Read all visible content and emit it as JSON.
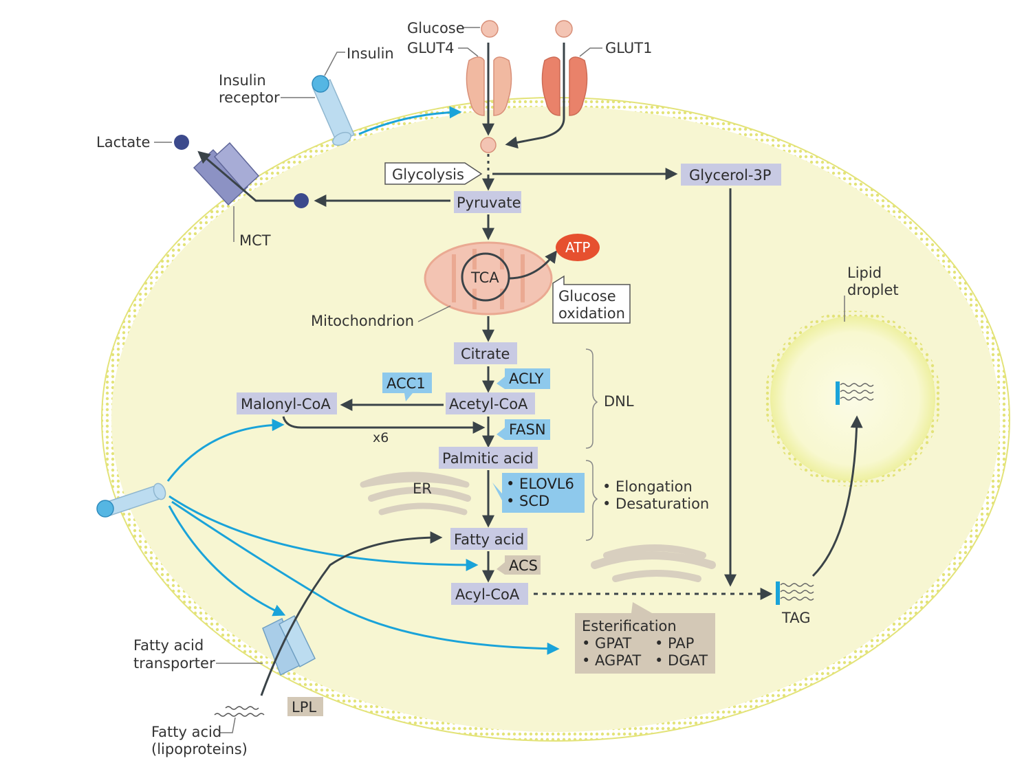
{
  "colors": {
    "cytoplasm": "#f7f6d2",
    "membrane": "#e6e67f",
    "metabolite_box": "#c8cae3",
    "enzyme_box": "#8ec9ec",
    "esterification_box": "#d3c8b6",
    "signal_arrow": "#1aa3d9",
    "pathway_arrow": "#3a4348",
    "atp": "#e6502f",
    "glut4": "#f1b9a1",
    "glut1": "#e9826a",
    "mct": "#8c92c4"
  },
  "extracellular": {
    "glucose": "Glucose",
    "glut4": "GLUT4",
    "glut1": "GLUT1",
    "insulin": "Insulin",
    "insulin_receptor": [
      "Insulin",
      "receptor"
    ],
    "lactate": "Lactate",
    "mct": "MCT",
    "fatty_acid_transporter": [
      "Fatty acid",
      "transporter"
    ],
    "fatty_acid_lipoproteins": [
      "Fatty acid",
      "(lipoproteins)"
    ],
    "lpl": "LPL"
  },
  "pathway": {
    "glycolysis": "Glycolysis",
    "glycerol_3p": "Glycerol-3P",
    "pyruvate": "Pyruvate",
    "atp": "ATP",
    "tca": "TCA",
    "glucose_oxidation": [
      "Glucose",
      "oxidation"
    ],
    "mitochondrion": "Mitochondrion",
    "citrate": "Citrate",
    "acly": "ACLY",
    "acc1": "ACC1",
    "acetyl_coa": "Acetyl-CoA",
    "malonyl_coa": "Malonyl-CoA",
    "fasn": "FASN",
    "x6": "x6",
    "palmitic_acid": "Palmitic acid",
    "er": "ER",
    "elovl6": "• ELOVL6",
    "scd": "• SCD",
    "fatty_acid": "Fatty acid",
    "acs": "ACS",
    "acyl_coa": "Acyl-CoA",
    "tag": "TAG",
    "lipid_droplet": [
      "Lipid",
      "droplet"
    ]
  },
  "brackets": {
    "dnl": "DNL",
    "elongation": "• Elongation",
    "desaturation": "• Desaturation"
  },
  "esterification": {
    "title": "Esterification",
    "gpat": "• GPAT",
    "pap": "• PAP",
    "agpat": "• AGPAT",
    "dgat": "• DGAT"
  }
}
